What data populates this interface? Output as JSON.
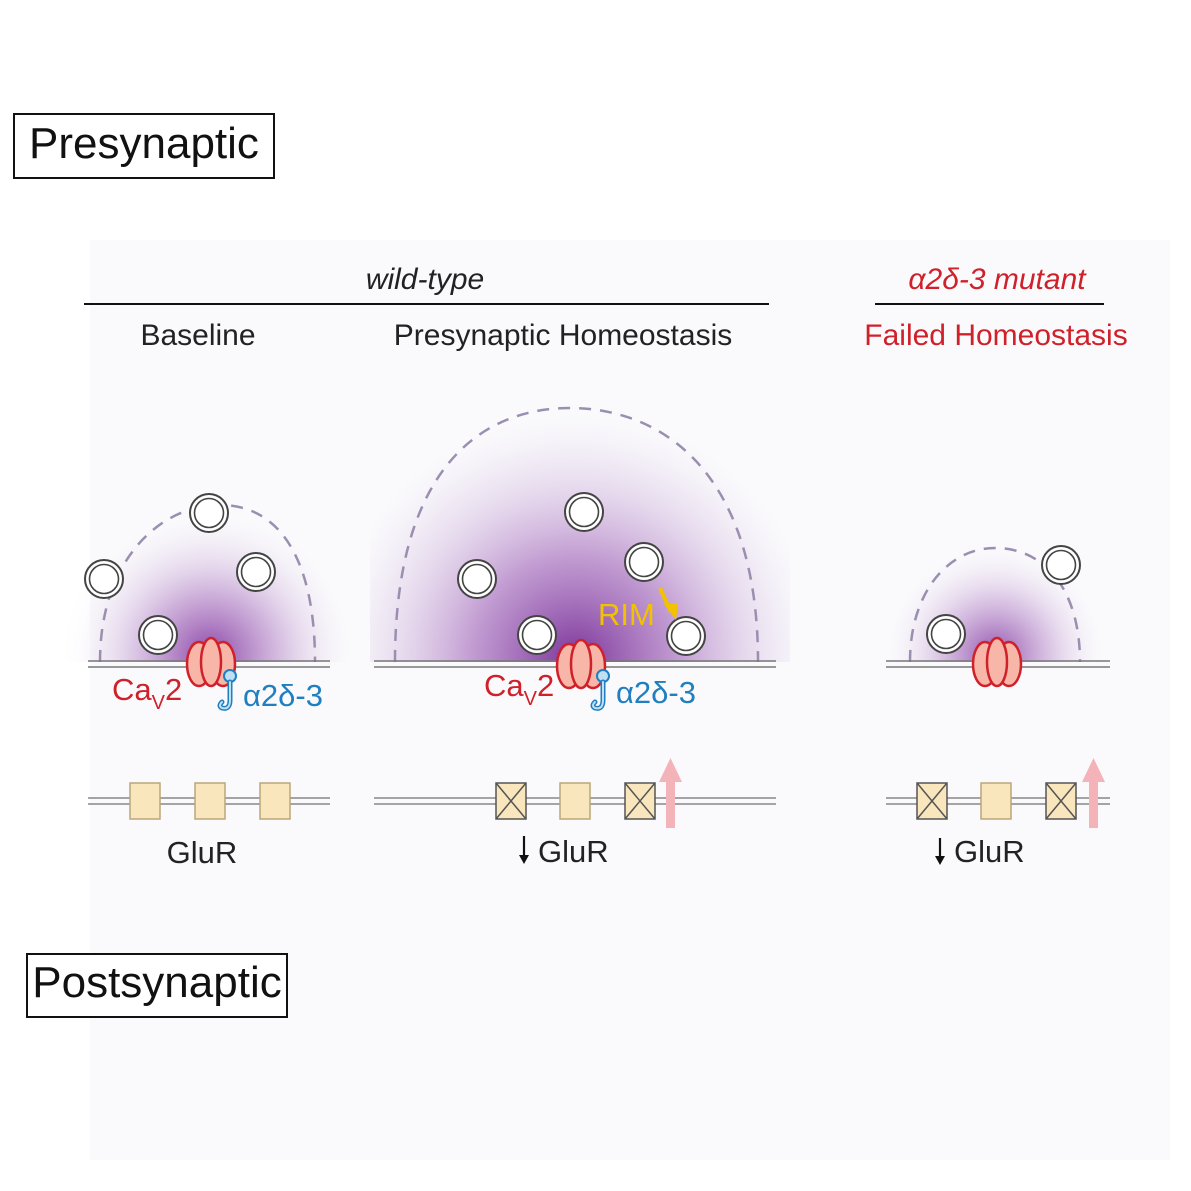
{
  "labels": {
    "presynaptic": "Presynaptic",
    "postsynaptic": "Postsynaptic"
  },
  "groups": {
    "wild_type": "wild-type",
    "mutant": "α2δ-3 mutant"
  },
  "conditions": {
    "baseline": "Baseline",
    "homeostasis": "Presynaptic Homeostasis",
    "failed": "Failed Homeostasis"
  },
  "molecules": {
    "cav_base": "Ca",
    "cav_sub": "V",
    "cav_num": "2",
    "a2d3": "α2δ-3",
    "rim": "RIM",
    "glur": "GluR"
  },
  "colors": {
    "red_label": "#d0202a",
    "blue_label": "#1f7fc0",
    "rim_yellow": "#f2c200",
    "calcium_purple": "#7a2a9a",
    "receptor_fill": "#f9e6bd",
    "arrow_pink": "#f4b3b8"
  }
}
